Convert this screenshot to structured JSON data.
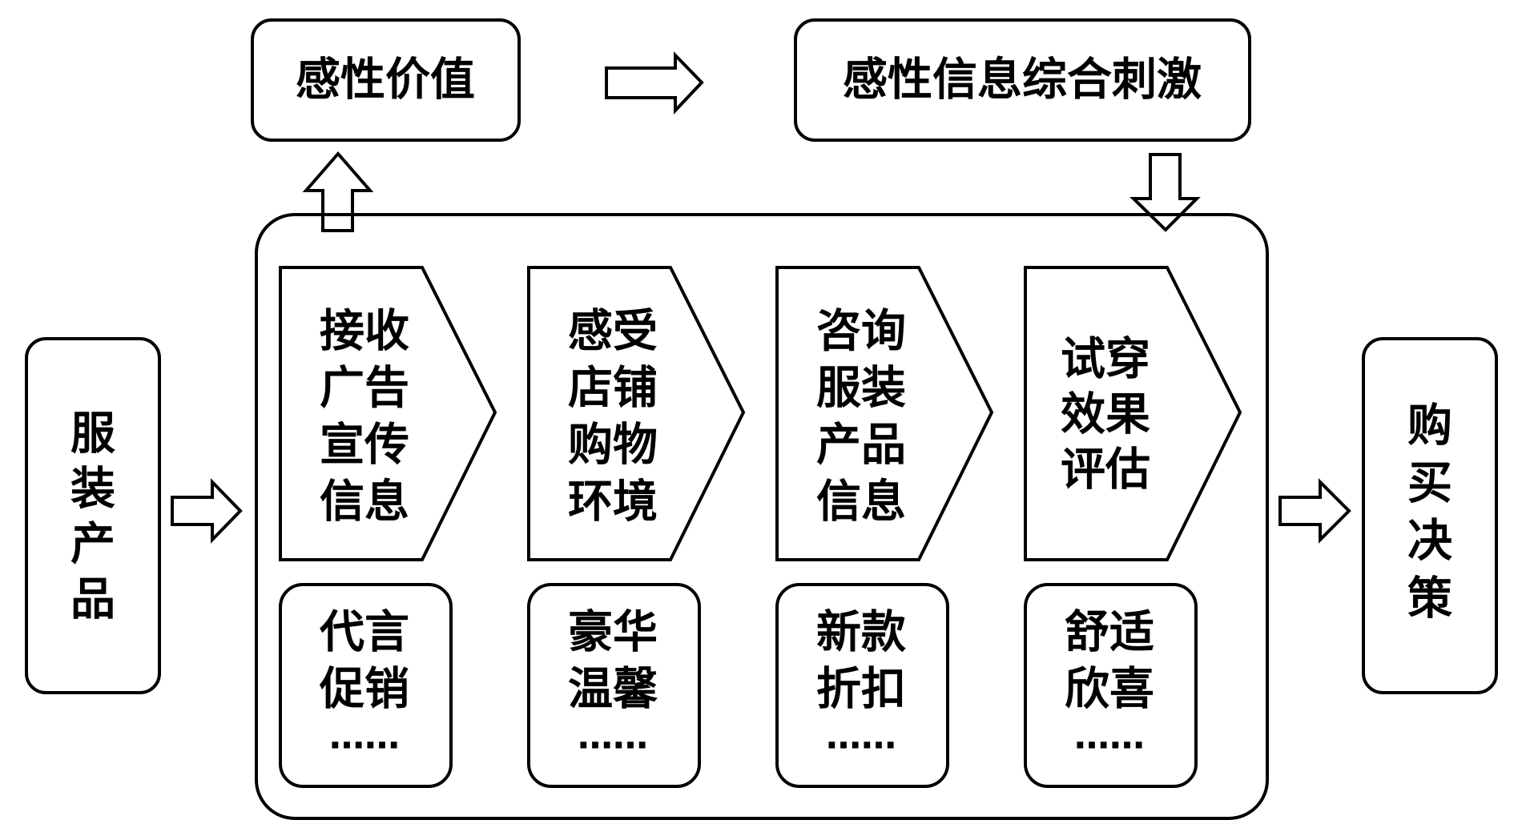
{
  "left_box": {
    "label": "服装产品",
    "lines": [
      "服",
      "装",
      "产",
      "品"
    ]
  },
  "right_box": {
    "label": "购买决策",
    "lines": [
      "购",
      "买",
      "决",
      "策"
    ]
  },
  "top_left_box": {
    "label": "感性价值"
  },
  "top_right_box": {
    "label": "感性信息综合刺激"
  },
  "stages": [
    {
      "lines": [
        "接收",
        "广告",
        "宣传",
        "信息"
      ],
      "detail": [
        "代言",
        "促销",
        "……"
      ]
    },
    {
      "lines": [
        "感受",
        "店铺",
        "购物",
        "环境"
      ],
      "detail": [
        "豪华",
        "温馨",
        "……"
      ]
    },
    {
      "lines": [
        "咨询",
        "服装",
        "产品",
        "信息"
      ],
      "detail": [
        "新款",
        "折扣",
        "……"
      ]
    },
    {
      "lines": [
        "试穿",
        "效果",
        "评估"
      ],
      "detail": [
        "舒适",
        "欣喜",
        "……"
      ]
    }
  ],
  "colors": {
    "stroke": "#000000",
    "fill": "#ffffff",
    "text": "#000000"
  }
}
